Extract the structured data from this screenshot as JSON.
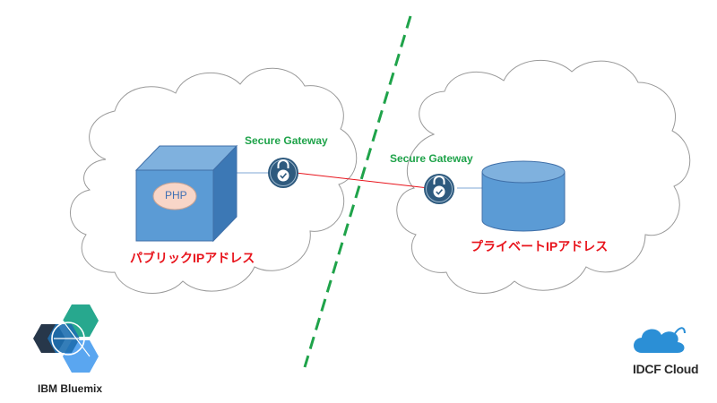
{
  "left_cloud": {
    "server_label": "PHP",
    "address_label": "パブリックIPアドレス",
    "gateway_label": "Secure Gateway"
  },
  "right_cloud": {
    "address_label": "プライベートIPアドレス",
    "gateway_label": "Secure Gateway"
  },
  "logos": {
    "bluemix_label": "IBM Bluemix",
    "idcf_label": "IDCF Cloud"
  },
  "colors": {
    "gateway_text": "#1fa34a",
    "address_text": "#e8141c",
    "divider": "#1fa34a",
    "tunnel_line": "#e8141c",
    "box_front": "#5b9bd5",
    "box_top": "#7fb1de",
    "box_side": "#3c78b5",
    "lock_badge": "#2e5a7e",
    "idcf_blue": "#2b8fd6"
  },
  "icons": [
    "lock-icon",
    "check-icon",
    "bluemix-logo",
    "idcf-cloud-logo"
  ]
}
